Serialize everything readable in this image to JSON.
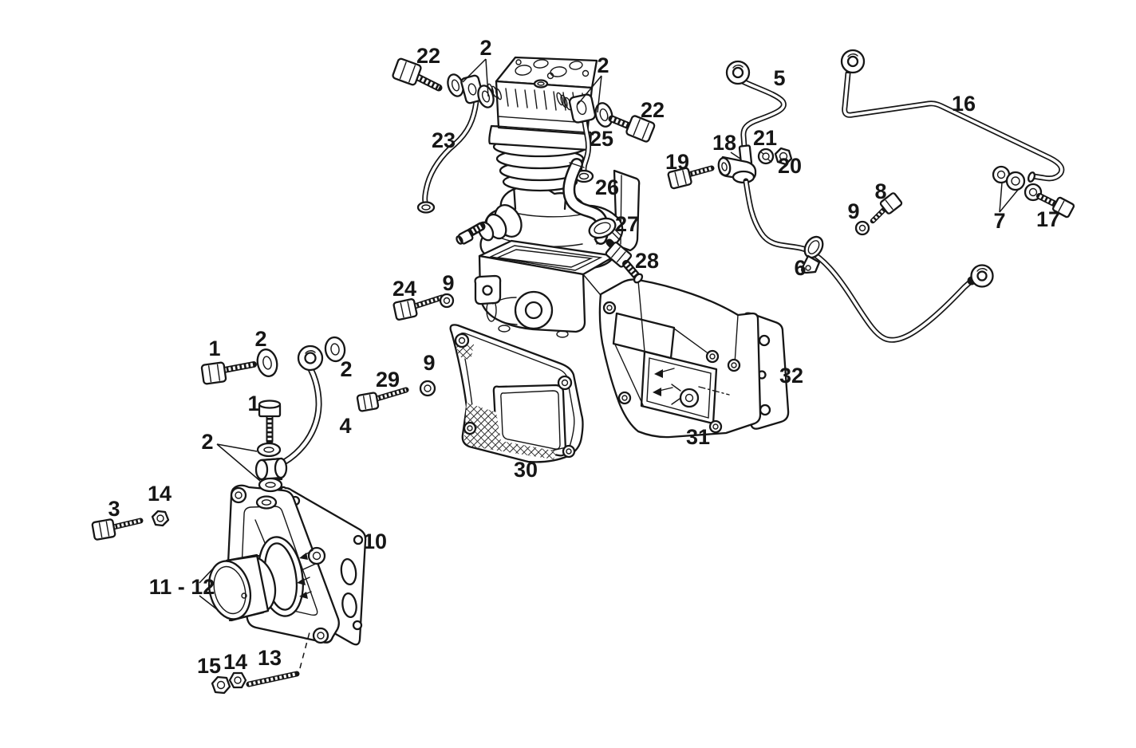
{
  "colors": {
    "ink": "#161616",
    "paper": "#ffffff"
  },
  "labels": [
    {
      "text": "22"
    },
    {
      "text": "2"
    },
    {
      "text": "2"
    },
    {
      "text": "22"
    },
    {
      "text": "5"
    },
    {
      "text": "16"
    },
    {
      "text": "23"
    },
    {
      "text": "25"
    },
    {
      "text": "18"
    },
    {
      "text": "21"
    },
    {
      "text": "20"
    },
    {
      "text": "19"
    },
    {
      "text": "26"
    },
    {
      "text": "8"
    },
    {
      "text": "9"
    },
    {
      "text": "7"
    },
    {
      "text": "17"
    },
    {
      "text": "27"
    },
    {
      "text": "28"
    },
    {
      "text": "6"
    },
    {
      "text": "24"
    },
    {
      "text": "9"
    },
    {
      "text": "1"
    },
    {
      "text": "2"
    },
    {
      "text": "2"
    },
    {
      "text": "29"
    },
    {
      "text": "9"
    },
    {
      "text": "4"
    },
    {
      "text": "1"
    },
    {
      "text": "2"
    },
    {
      "text": "32"
    },
    {
      "text": "31"
    },
    {
      "text": "30"
    },
    {
      "text": "3"
    },
    {
      "text": "14"
    },
    {
      "text": "10"
    },
    {
      "text": "11 - 12"
    },
    {
      "text": "15"
    },
    {
      "text": "14"
    },
    {
      "text": "13"
    }
  ]
}
